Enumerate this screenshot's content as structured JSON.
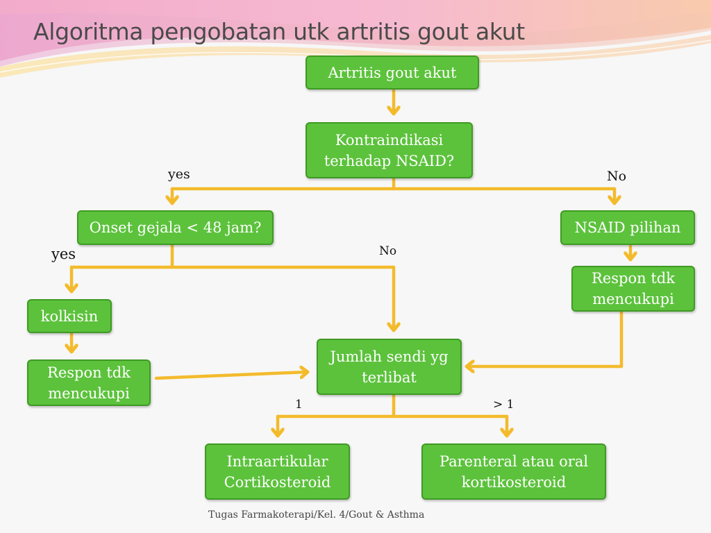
{
  "slide": {
    "title": "Algoritma pengobatan utk artritis gout akut",
    "footer": "Tugas Farmakoterapi/Kel. 4/Gout & Asthma"
  },
  "colors": {
    "box_fill": "#5cc23c",
    "box_border": "#3f9a23",
    "arrow": "#f3bb2c",
    "title_text": "#4a4a4a"
  },
  "nodes": {
    "artritis": {
      "lines": [
        "Artritis  gout  akut"
      ]
    },
    "kontraindikasi": {
      "lines": [
        "Kontraindikasi",
        "terhadap NSAID?"
      ]
    },
    "onset": {
      "lines": [
        "Onset gejala < 48 jam?"
      ]
    },
    "nsaid": {
      "lines": [
        "NSAID pilihan"
      ]
    },
    "kolkisin": {
      "lines": [
        "kolkisin"
      ]
    },
    "respon_left": {
      "lines": [
        "Respon tdk",
        "mencukupi"
      ]
    },
    "respon_right": {
      "lines": [
        "Respon tdk",
        "mencukupi"
      ]
    },
    "jumlah": {
      "lines": [
        "Jumlah sendi yg",
        "terlibat"
      ]
    },
    "intra": {
      "lines": [
        "Intraartikular",
        "Cortikosteroid"
      ]
    },
    "parenteral": {
      "lines": [
        "Parenteral  atau oral",
        "kortikosteroid"
      ]
    }
  },
  "edge_labels": {
    "kontra_yes": "yes",
    "kontra_no": "No",
    "onset_yes": "yes",
    "onset_no": "No",
    "jumlah_one": "1",
    "jumlah_more": "> 1"
  }
}
